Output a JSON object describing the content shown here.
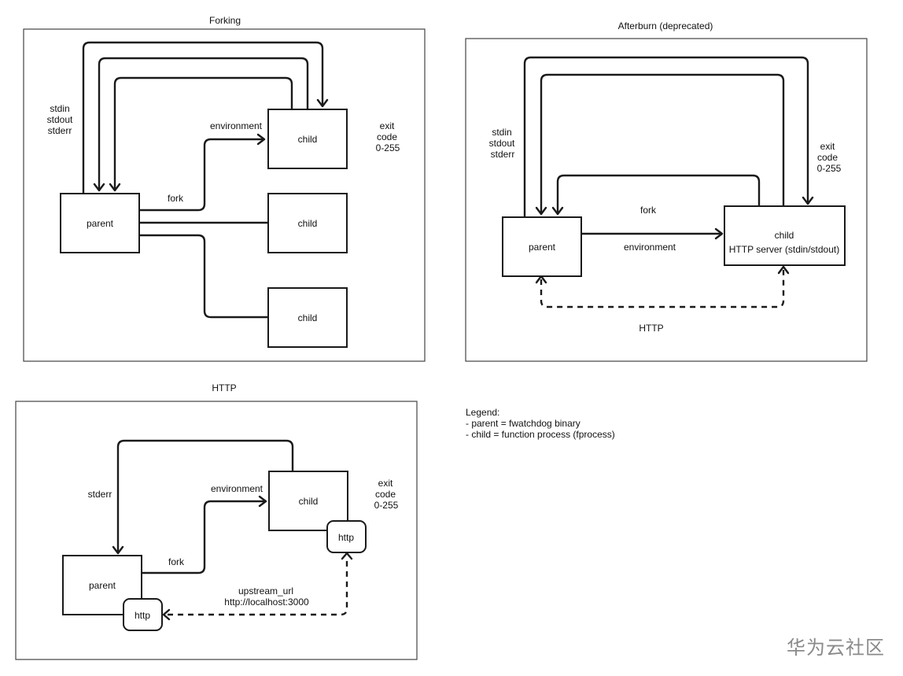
{
  "panels": {
    "forking": {
      "title": "Forking",
      "parent": "parent",
      "children": [
        "child",
        "child",
        "child"
      ],
      "streams": [
        "stdin",
        "stdout",
        "stderr"
      ],
      "exit": [
        "exit",
        "code",
        "0-255"
      ],
      "fork": "fork",
      "environment": "environment"
    },
    "afterburn": {
      "title": "Afterburn (deprecated)",
      "parent": "parent",
      "child_line1": "child",
      "child_line2": "HTTP server (stdin/stdout)",
      "streams": [
        "stdin",
        "stdout",
        "stderr"
      ],
      "exit": [
        "exit",
        "code",
        "0-255"
      ],
      "fork": "fork",
      "environment": "environment",
      "http": "HTTP"
    },
    "http": {
      "title": "HTTP",
      "parent": "parent",
      "child": "child",
      "parent_port": "http",
      "child_port": "http",
      "stderr": "stderr",
      "exit": [
        "exit",
        "code",
        "0-255"
      ],
      "fork": "fork",
      "environment": "environment",
      "upstream_line1": "upstream_url",
      "upstream_line2": "http://localhost:3000"
    }
  },
  "legend": {
    "title": "Legend:",
    "items": [
      "- parent = fwatchdog binary",
      "- child = function process (fprocess)"
    ]
  },
  "watermark": "华为云社区"
}
